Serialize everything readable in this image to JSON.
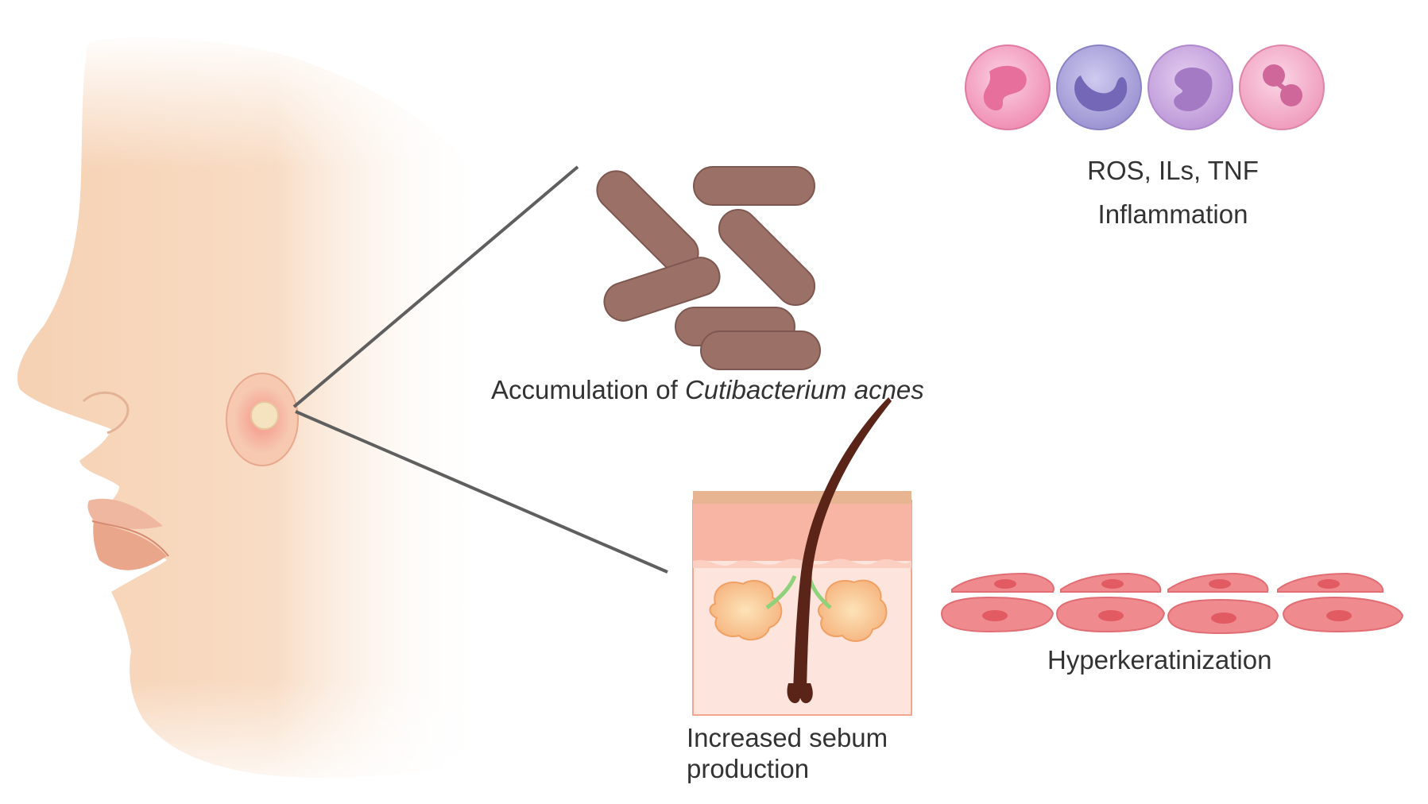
{
  "labels": {
    "bacteria_prefix": "Accumulation of ",
    "bacteria_name": "Cutibacterium acnes",
    "immune_line1": "ROS, ILs, TNF",
    "immune_line2": "Inflammation",
    "keratin": "Hyperkeratinization",
    "sebum_line1": "Increased sebum",
    "sebum_line2": "production"
  },
  "colors": {
    "skin": "#f5d2b4",
    "skin_shadow": "#e8b394",
    "lips": "#e9a98d",
    "lesion": "#f29a8a",
    "lesion_core": "#f7e3c0",
    "bacteria": "#9b7167",
    "connector": "#5f5f5f",
    "keratinocyte": "#ef8a8e",
    "keratinocyte_nucleus": "#e25a62",
    "hair": "#5a2418",
    "sebaceous_gland": "#f7c49a",
    "skin_section_bg": "#fde4dc",
    "cell_neutrophil": "#f29ab8",
    "cell_basophil": "#a69fd6",
    "cell_monocyte": "#c9a3dd",
    "cell_eosinophil": "#f3a7c4"
  },
  "icons": [
    "face-profile",
    "acne-lesion",
    "rod-bacterium",
    "immune-cell",
    "skin-section",
    "keratinocyte"
  ]
}
